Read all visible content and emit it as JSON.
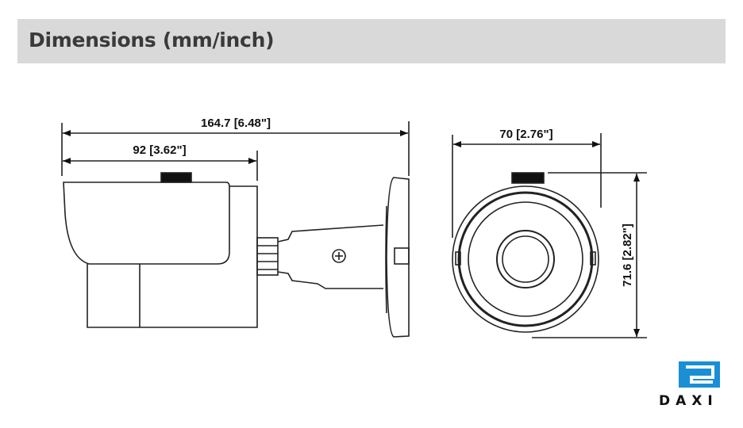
{
  "header": {
    "title": "Dimensions (mm/inch)"
  },
  "side_view": {
    "overall_length": "164.7 [6.48\"]",
    "body_length": "92 [3.62\"]"
  },
  "front_view": {
    "width": "70 [2.76\"]",
    "height": "71.6 [2.82\"]"
  },
  "logo": {
    "text": "DAXI",
    "color": "#1a8fd6"
  }
}
